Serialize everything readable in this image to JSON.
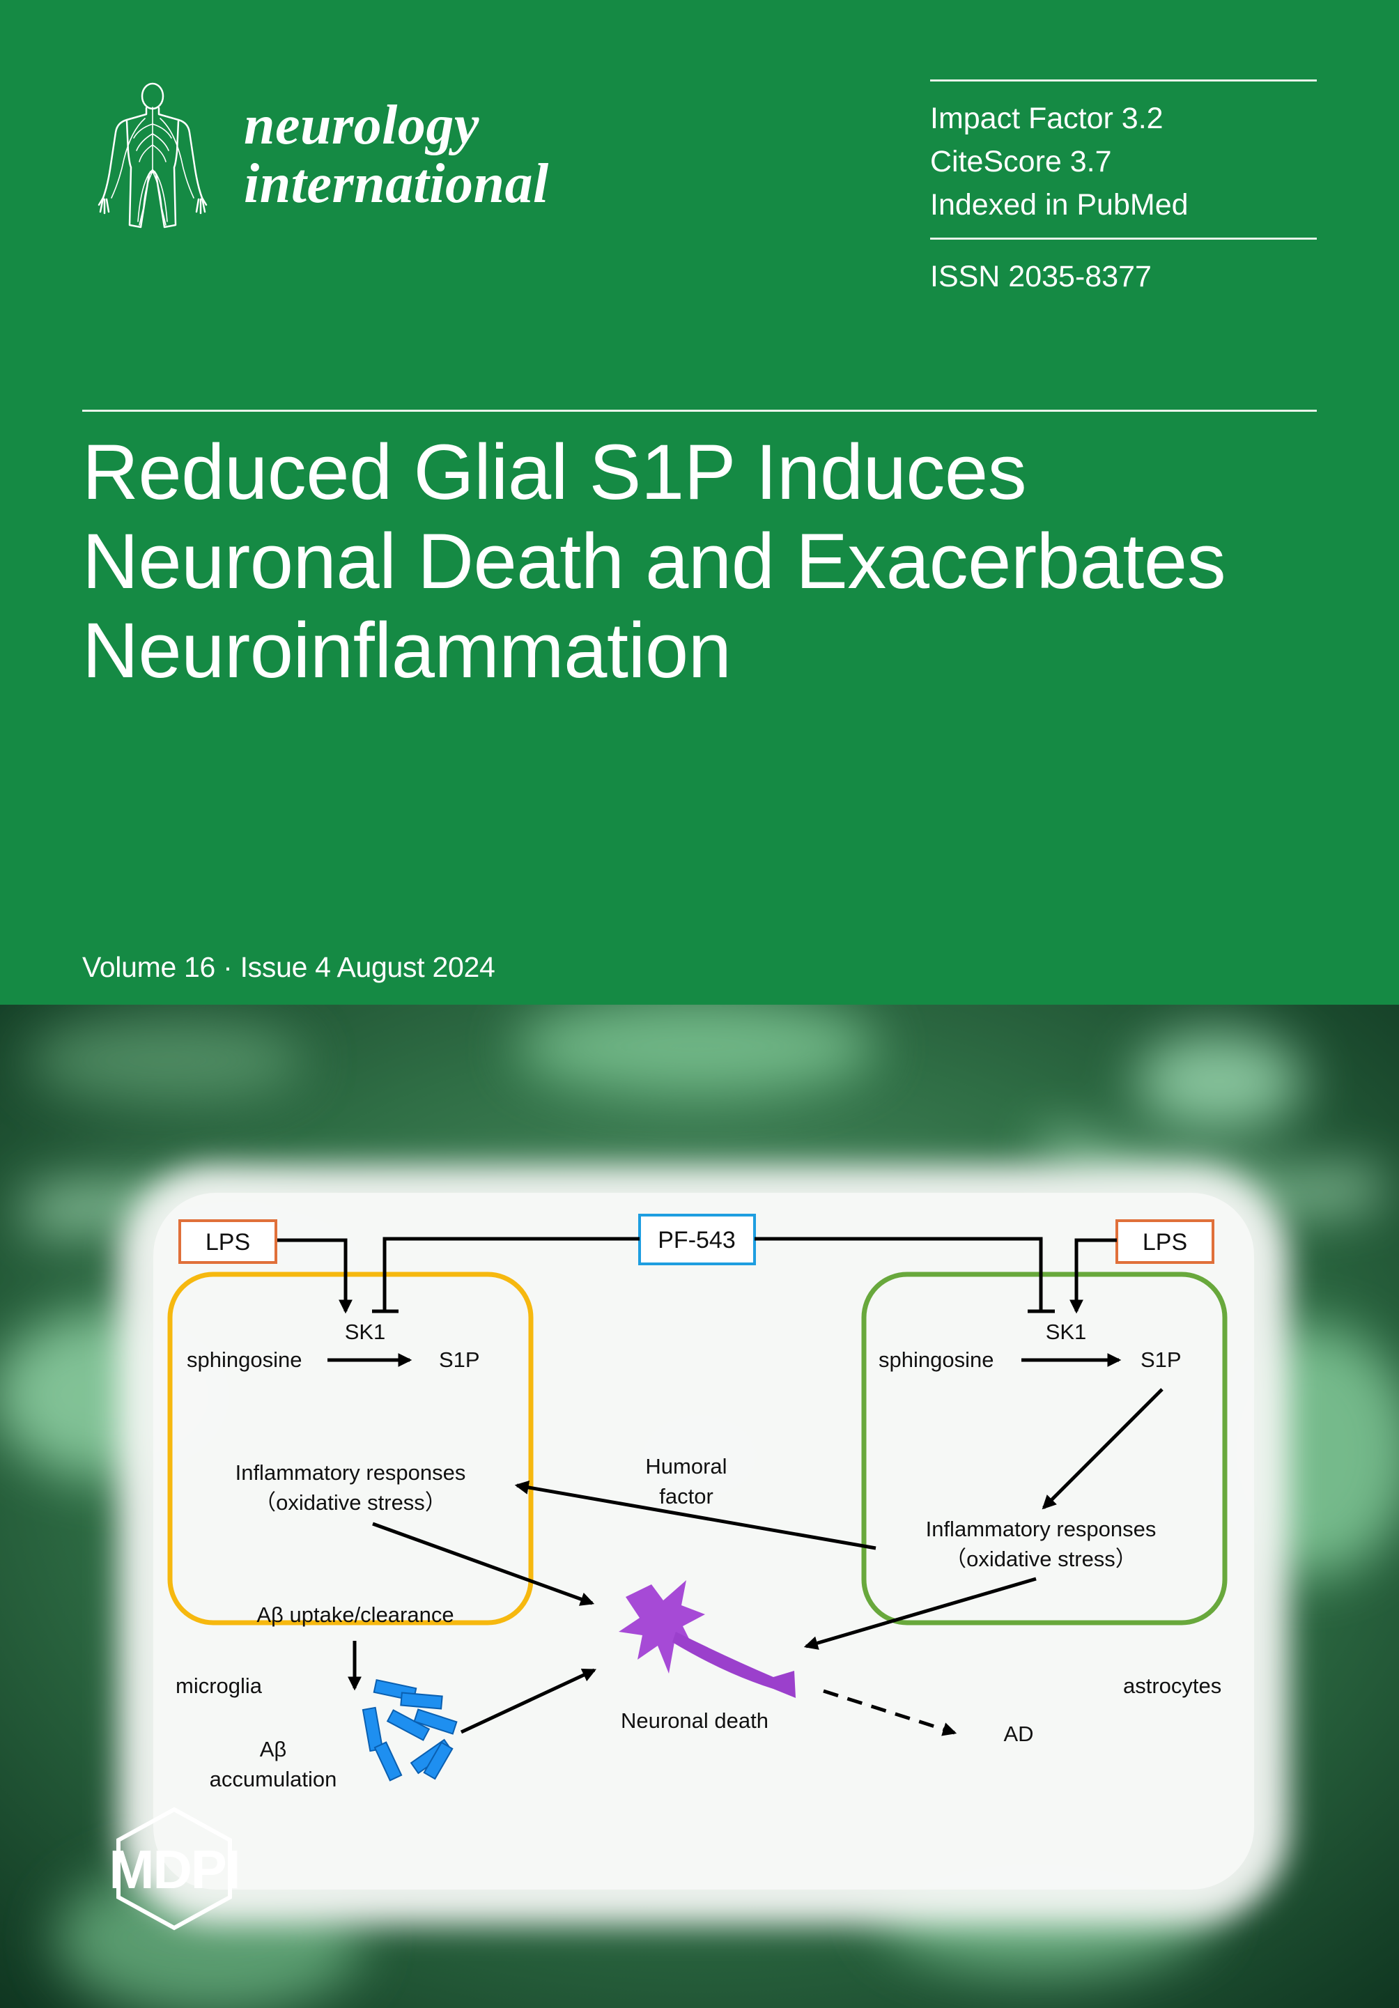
{
  "journal": {
    "name_line1": "neurology",
    "name_line2": "international",
    "logo_icon": "human-body-nervous-system-icon"
  },
  "metrics": {
    "impact_factor": "Impact Factor 3.2",
    "citescore": "CiteScore 3.7",
    "indexed": "Indexed in PubMed",
    "issn": "ISSN 2035-8377"
  },
  "article": {
    "title_line1": "Reduced Glial S1P Induces",
    "title_line2": "Neuronal Death and Exacerbates",
    "title_line3": "Neuroinflammation"
  },
  "issue": {
    "volume_line": "Volume 16 · Issue 4 August 2024"
  },
  "diagram": {
    "lps_left": "LPS",
    "lps_right": "LPS",
    "inhibitor": "PF-543",
    "sk1_left": "SK1",
    "sk1_right": "SK1",
    "sphingosine_left": "sphingosine",
    "sphingosine_right": "sphingosine",
    "s1p_left": "S1P",
    "s1p_right": "S1P",
    "inflam_left_1": "Inflammatory responses",
    "inflam_left_2": "（oxidative stress）",
    "inflam_right_1": "Inflammatory responses",
    "inflam_right_2": "（oxidative stress）",
    "humoral_1": "Humoral",
    "humoral_2": "factor",
    "uptake": "Aβ uptake/clearance",
    "microglia": "microglia",
    "astrocytes": "astrocytes",
    "abeta_1": "Aβ",
    "abeta_2": "accumulation",
    "neuronal_death": "Neuronal death",
    "ad": "AD",
    "microglia_color": "#f6b80f",
    "astrocyte_color": "#68a83c",
    "lps_color": "#e0703a",
    "inhibitor_color": "#1e9ee0",
    "neuron_color": "#a64ad6",
    "amyloid_color": "#1e8ff0"
  },
  "publisher": {
    "name": "MDPI"
  },
  "colors": {
    "cover_green": "#158a44"
  }
}
